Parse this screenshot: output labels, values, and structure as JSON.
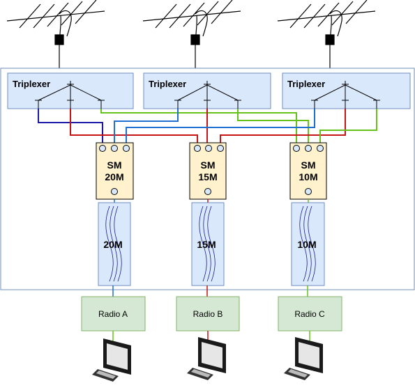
{
  "colors": {
    "enclosure_border": "#6c8ebf",
    "triplexer_fill": "#dae8fc",
    "triplexer_border": "#6c8ebf",
    "sm_fill": "#fff2cc",
    "sm_border": "#000000",
    "filter_fill": "#dae8fc",
    "filter_border": "#6c8ebf",
    "radio_fill": "#d5e8d4",
    "radio_border": "#82b366",
    "wire_blue_dark": "#1a1aa6",
    "wire_blue": "#1f6fd1",
    "wire_red": "#c81414",
    "wire_green": "#66c21a",
    "socket_fill": "#dae8fc"
  },
  "stations": [
    {
      "triplexer_label": "Triplexer",
      "sm_label_line1": "SM",
      "sm_label_line2": "20M",
      "filter_label": "20M",
      "radio_label": "Radio A",
      "antenna_icon": "yagi-antenna-icon",
      "computer_icon": "desktop-computer-icon"
    },
    {
      "triplexer_label": "Triplexer",
      "sm_label_line1": "SM",
      "sm_label_line2": "15M",
      "filter_label": "15M",
      "radio_label": "Radio B",
      "antenna_icon": "yagi-antenna-icon",
      "computer_icon": "desktop-computer-icon"
    },
    {
      "triplexer_label": "Triplexer",
      "sm_label_line1": "SM",
      "sm_label_line2": "10M",
      "filter_label": "10M",
      "radio_label": "Radio C",
      "antenna_icon": "yagi-antenna-icon",
      "computer_icon": "desktop-computer-icon"
    }
  ]
}
